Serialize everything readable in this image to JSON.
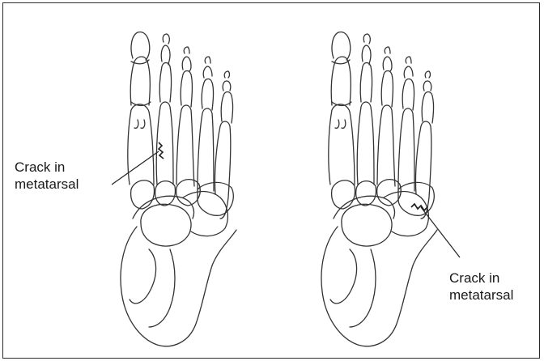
{
  "figure": {
    "left_foot": {
      "crack_label": {
        "line1": "Crack in",
        "line2": "metatarsal"
      }
    },
    "right_foot": {
      "crack_label": {
        "line1": "Crack in",
        "line2": "metatarsal"
      }
    },
    "colors": {
      "line": "#333333",
      "border": "#2b2b2b",
      "background": "#ffffff"
    }
  }
}
